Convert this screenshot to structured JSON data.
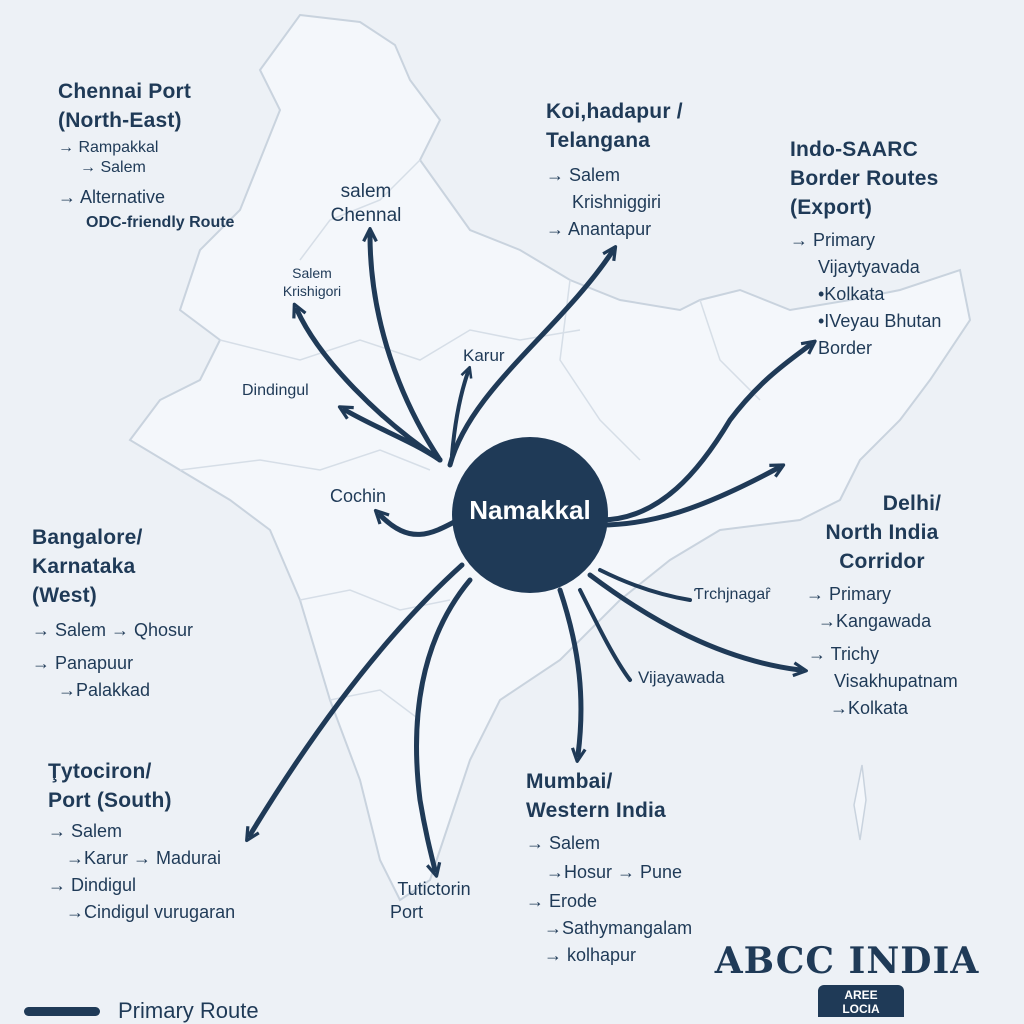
{
  "hub": {
    "label": "Namakkal"
  },
  "blocks": {
    "chennai": {
      "heading": [
        "Chennai Port",
        "(North-East)"
      ],
      "items": [
        "→ Rampakkal",
        "→ Salem",
        "→ Alternative",
        "ODC-friendly Route"
      ]
    },
    "telangana": {
      "heading": [
        "Koi,hadapur /",
        "Telangana"
      ],
      "items": [
        "→ Salem",
        "Krishniggiri",
        "→ Anantapur"
      ]
    },
    "saarc": {
      "heading": [
        "Indo-SAARC",
        "Border Routes",
        "(Export)"
      ],
      "items": [
        "→ Primary",
        "Vijaytyavada",
        "•Kolkata",
        "•IVeyau Bhutan",
        "Border"
      ]
    },
    "delhi": {
      "heading": [
        "Delhi/",
        "North India",
        "Corridor"
      ],
      "items": [
        "→ Primary",
        "→Kangawada",
        "→ Trichy",
        "Visakhupatnam",
        "→Kolkata"
      ]
    },
    "bangalore": {
      "heading": [
        "Bangalore/",
        "Karnataka",
        "(West)"
      ],
      "items": [
        "→ Salem → Qhosur",
        "→ Panapuur",
        "→Palakkad"
      ]
    },
    "tuticorin": {
      "heading": [
        "Ţytociron/",
        "Port (South)"
      ],
      "items": [
        "→ Salem",
        "→Karur → Madurai",
        "→ Dindigul",
        "→Cindigul vurugaran"
      ]
    },
    "mumbai": {
      "heading": [
        "Mumbai/",
        "Western India"
      ],
      "items": [
        "→ Salem",
        "→Hosur → Pune",
        "→ Erode",
        "→Sathymangalam",
        "→ kolhapur"
      ]
    }
  },
  "labels": {
    "salem_chennal": [
      "salem",
      "Chennal"
    ],
    "salem_krishigori": [
      "Salem",
      "Krishigori"
    ],
    "karur": "Karur",
    "dindingul": "Dindingul",
    "cochin": "Cochin",
    "trchjnagan": "Ƭrchjnagaȓ",
    "vijayawada": "Vijayawada",
    "tuticorin_port": [
      "Tutictorin",
      "Port"
    ]
  },
  "legend": {
    "primary": "Primary Route"
  },
  "brand": {
    "name": "ABCC INDIA",
    "badge": [
      "AREE",
      "LOCIA"
    ]
  },
  "colors": {
    "route": "#1f3a57",
    "hub": "#1f3a57",
    "map_fill": "#f3f6fa",
    "map_stroke": "#c9d3de",
    "background": "#edf1f6"
  }
}
